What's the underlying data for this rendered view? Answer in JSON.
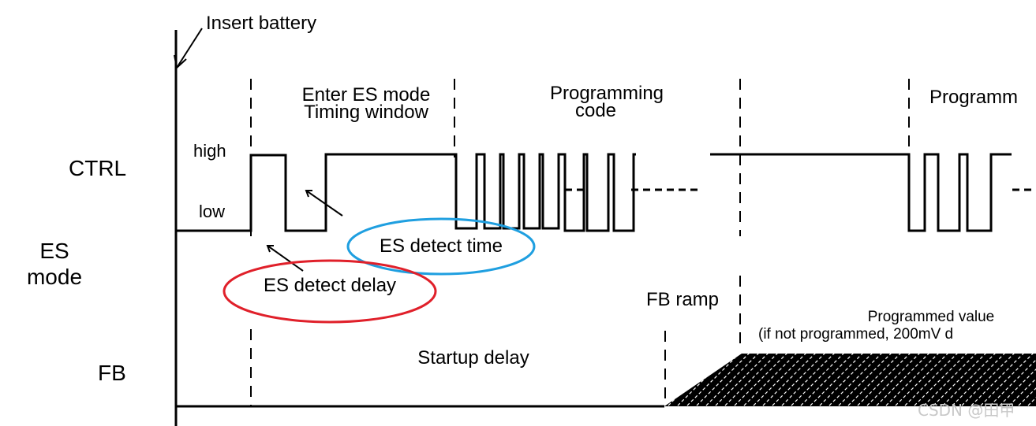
{
  "labels": {
    "insert_battery": "Insert battery",
    "enter_es_line1": "Enter ES mode",
    "enter_es_line2": "Timing window",
    "prog_code_line1": "Programming",
    "prog_code_line2": "code",
    "prog_right": "Programm",
    "high": "high",
    "low": "low",
    "ctrl": "CTRL",
    "es_line1": "ES",
    "es_line2": "mode",
    "fb": "FB",
    "es_detect_time": "ES detect time",
    "es_detect_delay": "ES detect delay",
    "fb_ramp": "FB ramp",
    "prog_value_line1": "Programmed value",
    "prog_value_line2": "(if not programmed, 200mV d",
    "startup_delay": "Startup delay",
    "watermark": "CSDN @田甲"
  },
  "colors": {
    "line": "#000000",
    "highlight_blue": "#1f9fe0",
    "highlight_red": "#e0202a",
    "hatch": "#ffffff"
  }
}
